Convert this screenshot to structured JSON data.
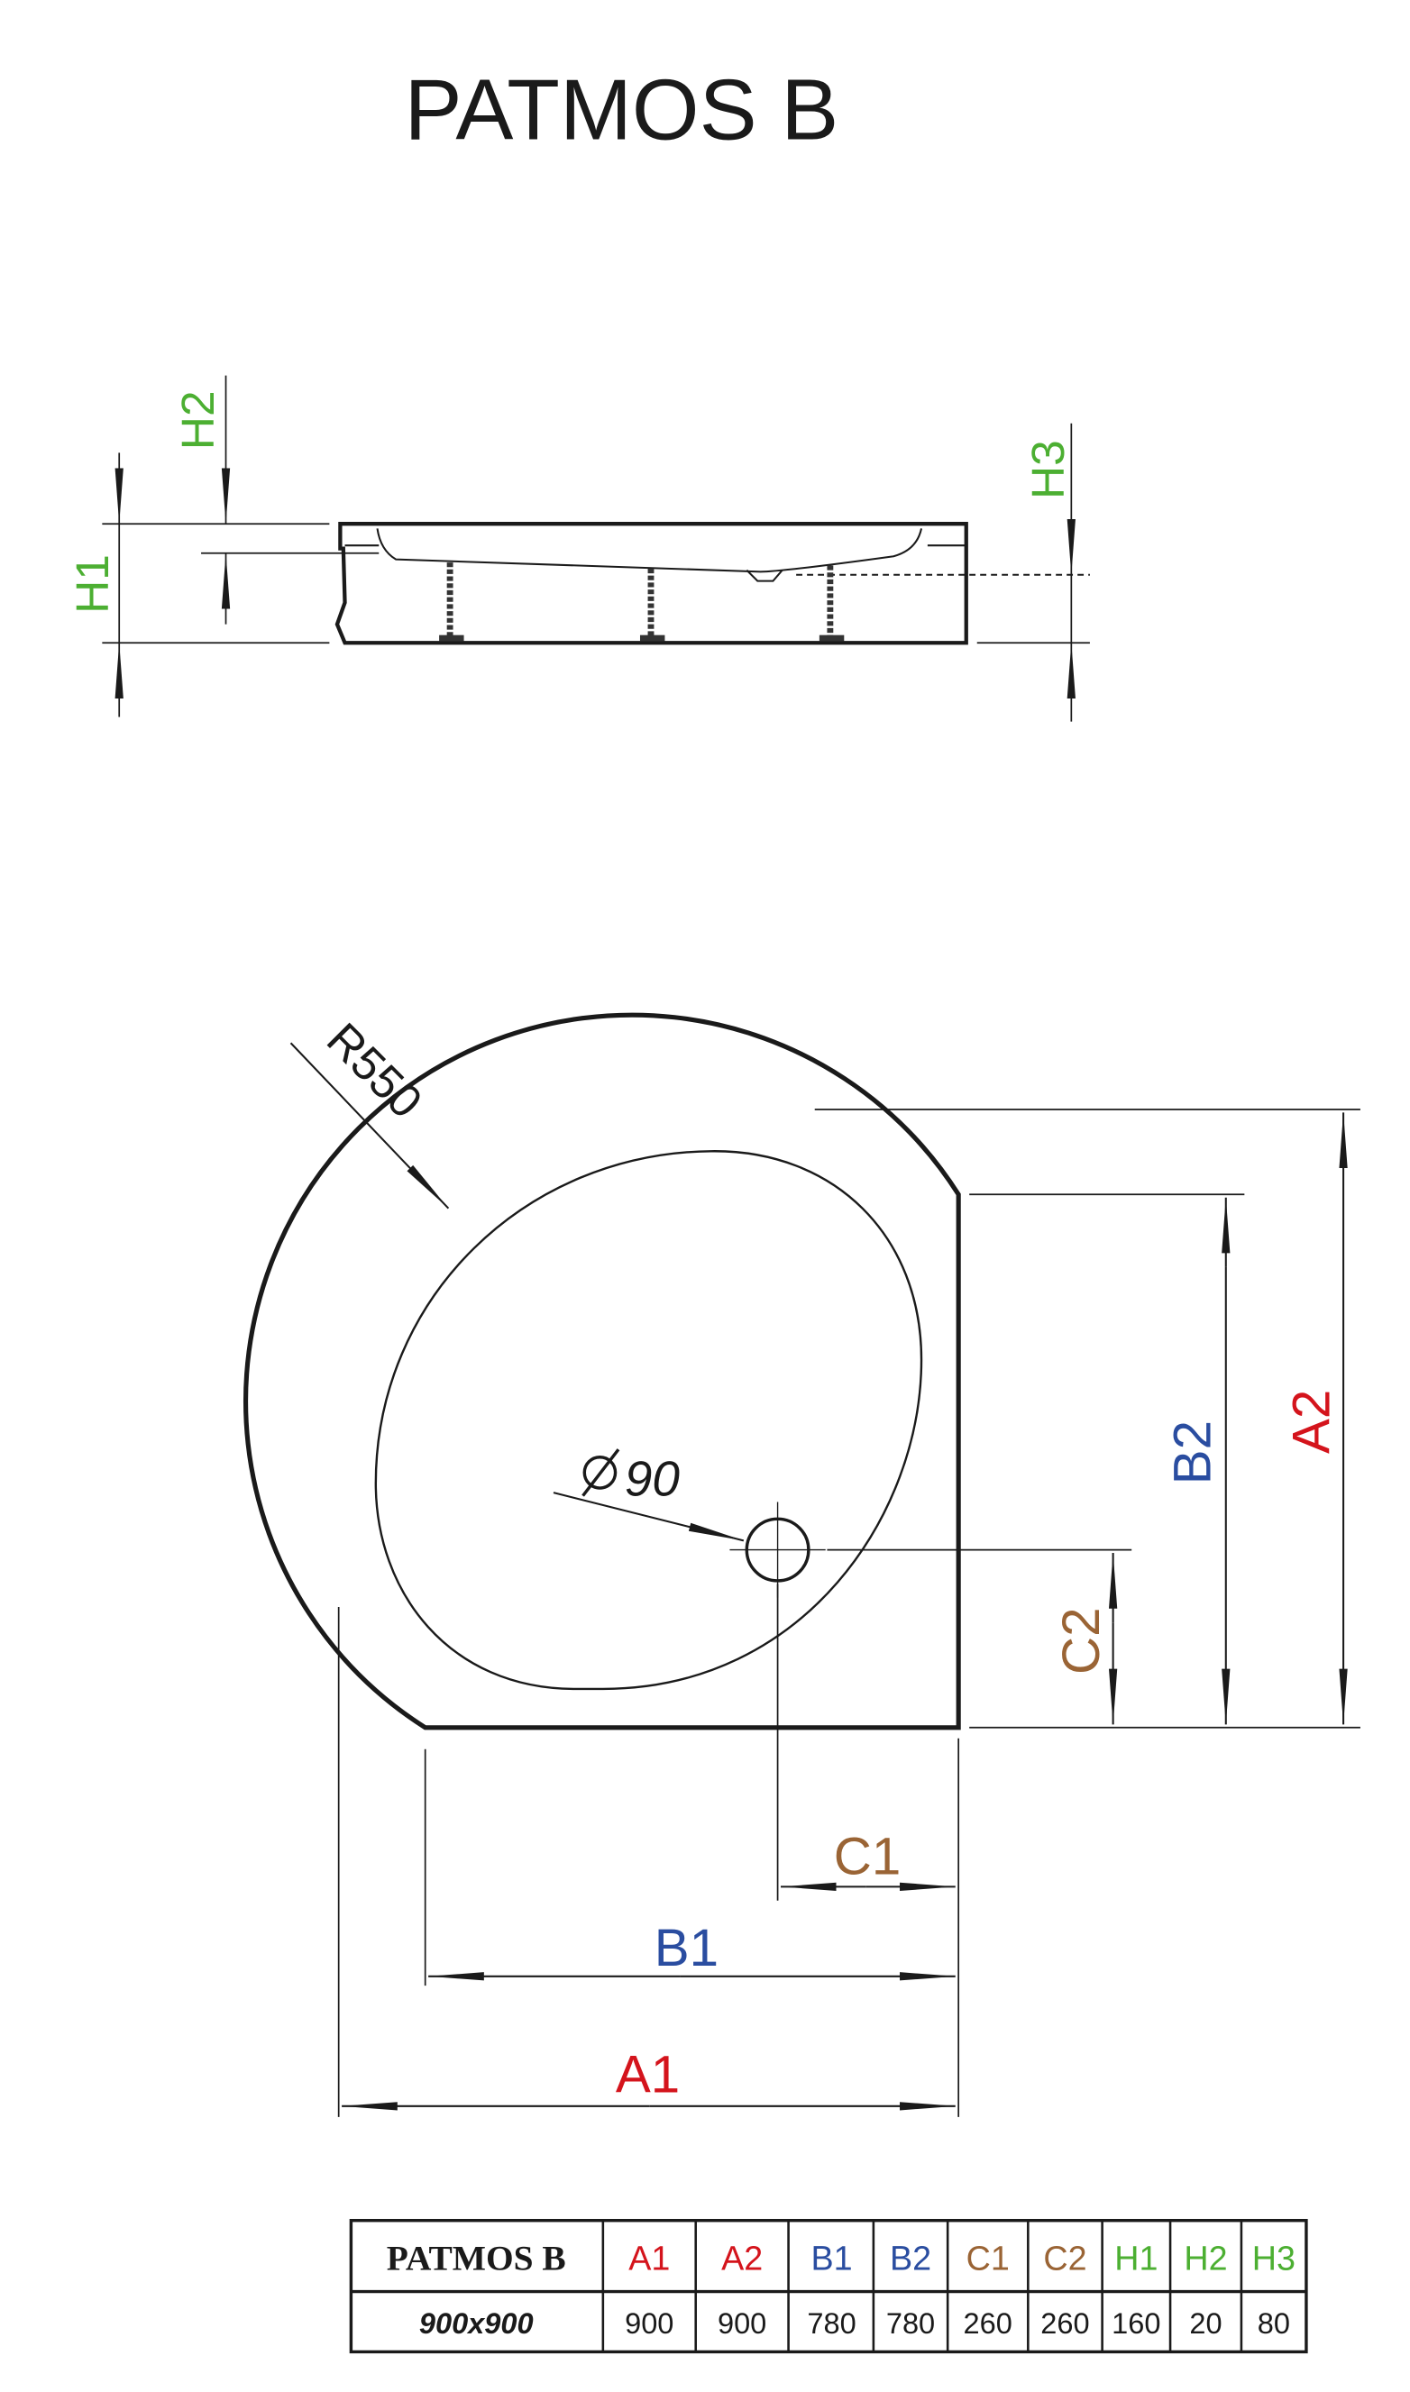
{
  "title": "PATMOS B",
  "side_view": {
    "labels": {
      "h1": "H1",
      "h2": "H2",
      "h3": "H3"
    }
  },
  "plan_view": {
    "radius_label": "R550",
    "drain_label": "90",
    "drain_symbol": "diameter-symbol",
    "labels": {
      "a1": "A1",
      "a2": "A2",
      "b1": "B1",
      "b2": "B2",
      "c1": "C1",
      "c2": "C2"
    }
  },
  "colors": {
    "a": "#d4141c",
    "b": "#2a4da0",
    "c": "#9a6435",
    "h": "#4caf32"
  },
  "table": {
    "model": "PATMOS B",
    "headers": [
      "A1",
      "A2",
      "B1",
      "B2",
      "C1",
      "C2",
      "H1",
      "H2",
      "H3"
    ],
    "rows": [
      {
        "size": "900x900",
        "values": [
          "900",
          "900",
          "780",
          "780",
          "260",
          "260",
          "160",
          "20",
          "80"
        ]
      }
    ]
  }
}
